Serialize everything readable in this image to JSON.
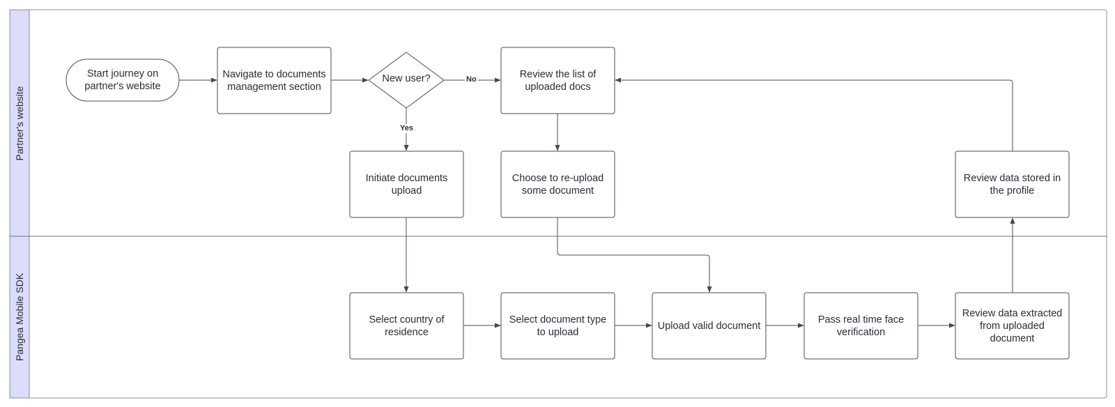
{
  "lanes": {
    "top": "Partner's website",
    "bottom": "Pangea Mobile SDK"
  },
  "nodes": {
    "start": "Start journey on partner's website",
    "navigate": "Navigate to documents management section",
    "decision": "New user?",
    "review_list": "Review the list of uploaded docs",
    "initiate": "Initiate documents upload",
    "choose_reupload": "Choose to re-upload some document",
    "review_profile": "Review data stored in the profile",
    "select_country": "Select country of residence",
    "select_type": "Select document type to upload",
    "upload_valid": "Upload valid document",
    "face_verification": "Pass real time face verification",
    "review_extracted": "Review data extracted from uploaded document"
  },
  "edges": {
    "no_label": "No",
    "yes_label": "Yes"
  },
  "colors": {
    "lane_header": "#dcdcfc",
    "stroke": "#454b54",
    "text": "#282c33"
  }
}
